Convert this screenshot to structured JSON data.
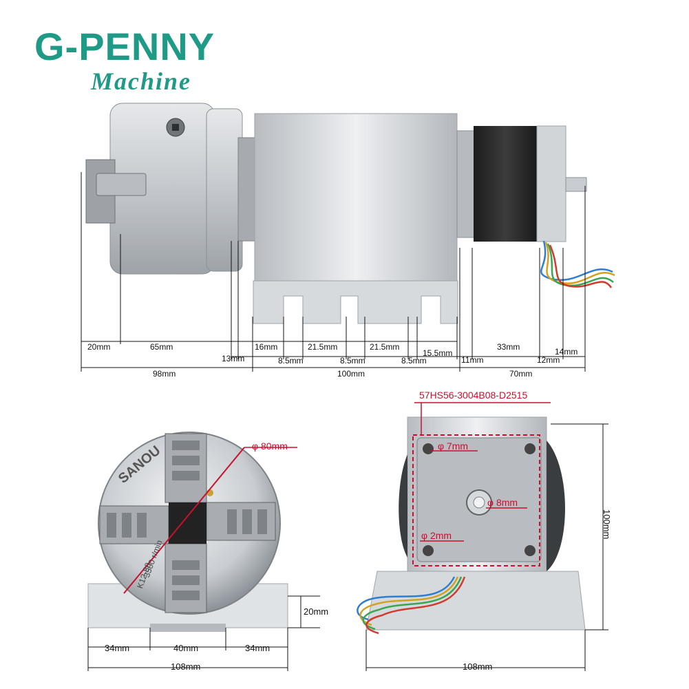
{
  "brand": {
    "name": "G-PENNY",
    "subtitle": "Machine",
    "color": "#1f9a86"
  },
  "colors": {
    "dimension_line": "#111111",
    "annotation": "#c8102e",
    "metal": "#c9cdd2",
    "motor": "#2b2b2b"
  },
  "side_view": {
    "row1": [
      "20mm",
      "65mm",
      "16mm",
      "21.5mm",
      "21.5mm",
      "33mm"
    ],
    "row2": [
      "13mm",
      "8.5mm",
      "8.5mm",
      "8.5mm",
      "15.5mm",
      "11mm",
      "12mm",
      "14mm"
    ],
    "totals": [
      "98mm",
      "100mm",
      "70mm"
    ]
  },
  "front_view": {
    "chuck_diameter": "φ 80mm",
    "chuck_brand": "SANOU",
    "chuck_text1": "3500 r/min",
    "chuck_text2": "K12-80",
    "base_height": "20mm",
    "bottom": [
      "34mm",
      "40mm",
      "34mm"
    ],
    "total": "108mm"
  },
  "back_view": {
    "model": "57HS56-3004B08-D2515",
    "hole": "φ 7mm",
    "shaft": "φ 8mm",
    "small_hole": "φ 2mm",
    "height": "100mm",
    "total": "108mm"
  }
}
